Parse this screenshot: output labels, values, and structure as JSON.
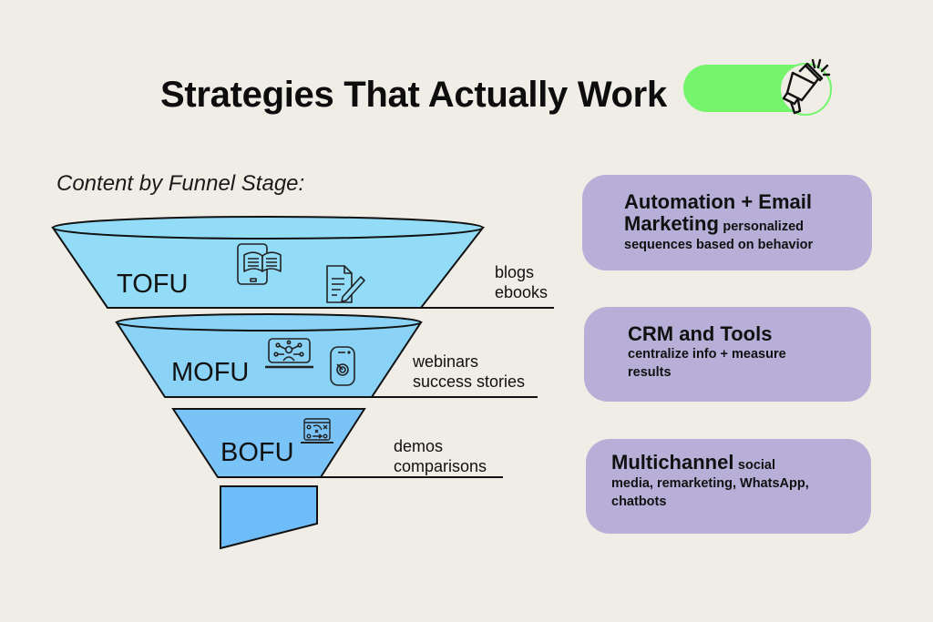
{
  "header": {
    "title": "Strategies That Actually Work",
    "badge_icon": "megaphone-icon",
    "badge_color": "#74f56c"
  },
  "funnel": {
    "subtitle": "Content by Funnel Stage:",
    "fill_colors": {
      "tofu": "#93dcf7",
      "mofu": "#8ad3f6",
      "bofu": "#79c3f7",
      "spout": "#6fbdf8"
    },
    "stages": [
      {
        "label": "TOFU",
        "items": [
          "blogs",
          "ebooks"
        ],
        "icons": [
          "tablet-book-icon",
          "document-pencil-icon"
        ]
      },
      {
        "label": "MOFU",
        "items": [
          "webinars",
          "success stories"
        ],
        "icons": [
          "webinar-screen-icon",
          "phone-target-icon"
        ]
      },
      {
        "label": "BOFU",
        "items": [
          "demos",
          "comparisons"
        ],
        "icons": [
          "strategy-laptop-icon"
        ]
      }
    ]
  },
  "cards": [
    {
      "heading": "Automation + Email",
      "heading2": "Marketing",
      "detail_inline": "personalized",
      "detail": "sequences based on behavior"
    },
    {
      "heading": "CRM and Tools",
      "detail": "centralize info + measure",
      "detail2": "results"
    },
    {
      "heading": "Multichannel",
      "detail_inline": "social",
      "detail": "media, remarketing, WhatsApp,",
      "detail2": "chatbots"
    }
  ],
  "card_color": "#b7afd8"
}
